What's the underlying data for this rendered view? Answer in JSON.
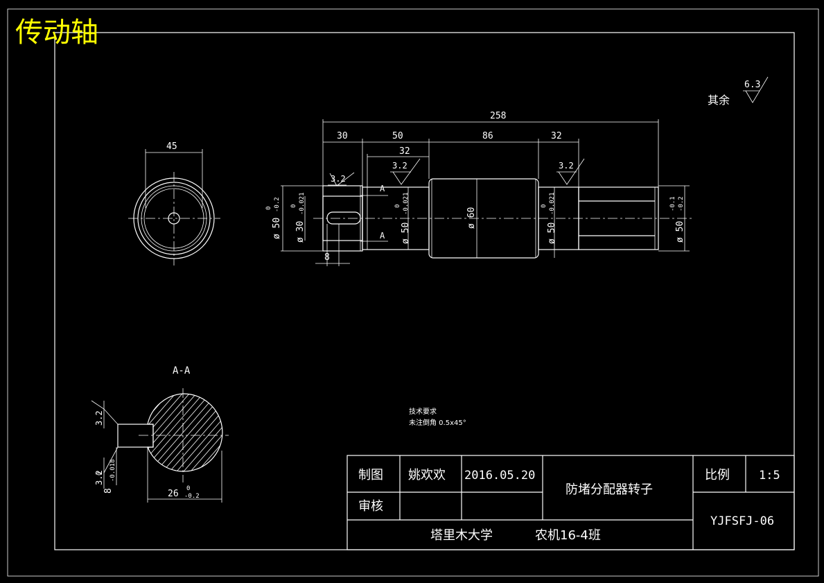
{
  "drawing_title": "传动轴",
  "roughness_other": {
    "label": "其余",
    "value": "6.3"
  },
  "main_view": {
    "overall_length": "258",
    "segments": [
      "30",
      "50",
      "86",
      "32"
    ],
    "sub_length": "32",
    "key_width": "8",
    "roughness": [
      "3.2",
      "3.2",
      "3.2"
    ],
    "diameters": {
      "left_outer": "ø 50",
      "left_outer_tol_upper": "0",
      "left_outer_tol_lower": "-0.2",
      "left_inner": "ø 30",
      "left_inner_tol_upper": "0",
      "left_inner_tol_lower": "-0.021",
      "journal_left": "ø 50",
      "journal_left_tol_upper": "0",
      "journal_left_tol_lower": "-0.021",
      "middle": "ø 60",
      "journal_right": "ø 50",
      "journal_right_tol_upper": "0",
      "journal_right_tol_lower": "-0.021",
      "right_end": "ø 50",
      "right_end_tol_upper": "-0.1",
      "right_end_tol_lower": "-0.2"
    },
    "section_marks": [
      "A",
      "A"
    ]
  },
  "end_view": {
    "width": "45"
  },
  "section_view": {
    "title": "A-A",
    "roughness": [
      "3.2",
      "3.2"
    ],
    "key_depth": "8",
    "key_depth_tol_upper": "0",
    "key_depth_tol_lower": "-0.018",
    "width": "26",
    "width_tol_upper": "0",
    "width_tol_lower": "-0.2"
  },
  "tech_requirements": {
    "heading": "技术要求",
    "item": "未注倒角 0.5x45°"
  },
  "title_block": {
    "drawn_label": "制图",
    "drawn_by": "姚欢欢",
    "date": "2016.05.20",
    "check_label": "审核",
    "part_name": "防堵分配器转子",
    "scale_label": "比例",
    "scale_value": "1:5",
    "drawing_no": "YJFSFJ-06",
    "school": "塔里木大学",
    "class": "农机16-4班"
  },
  "colors": {
    "background": "#000000",
    "lines": "#ffffff",
    "title": "#ffff00"
  }
}
